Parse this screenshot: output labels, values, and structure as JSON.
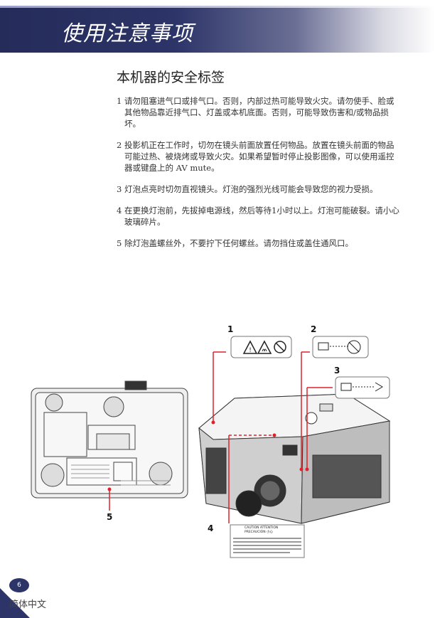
{
  "header": {
    "title": "使用注意事项"
  },
  "section": {
    "title": "本机器的安全标签"
  },
  "items": [
    {
      "num": "1",
      "text": "请勿阻塞进气口或排气口。否则，内部过热可能导致火灾。请勿使手、脸或其他物品靠近排气口、灯盖或本机底面。否则，可能导致伤害和/或物品损坏。"
    },
    {
      "num": "2",
      "text": "投影机正在工作时，切勿在镜头前面放置任何物品。放置在镜头前面的物品可能过热、被烧烤或导致火灾。如果希望暂时停止投影图像，可以使用遥控器或键盘上的 AV mute。"
    },
    {
      "num": "3",
      "text": "灯泡点亮时切勿直视镜头。灯泡的强烈光线可能会导致您的视力受损。"
    },
    {
      "num": "4",
      "text": "在更换灯泡前，先拔掉电源线，然后等待1小时以上。灯泡可能破裂。请小心玻璃碎片。"
    },
    {
      "num": "5",
      "text": "除灯泡盖螺丝外，不要拧下任何螺丝。请勿挡住或盖住通风口。"
    }
  ],
  "figure": {
    "callouts": [
      "1",
      "2",
      "3",
      "4",
      "5"
    ],
    "caution_label": {
      "line1": "CAUTION  ATTENTION",
      "line2": "PRECAUCIÓN  小心"
    }
  },
  "footer": {
    "page": "6",
    "language": "简体中文"
  },
  "colors": {
    "accent": "#2c3468",
    "callout_line": "#e0212b"
  }
}
